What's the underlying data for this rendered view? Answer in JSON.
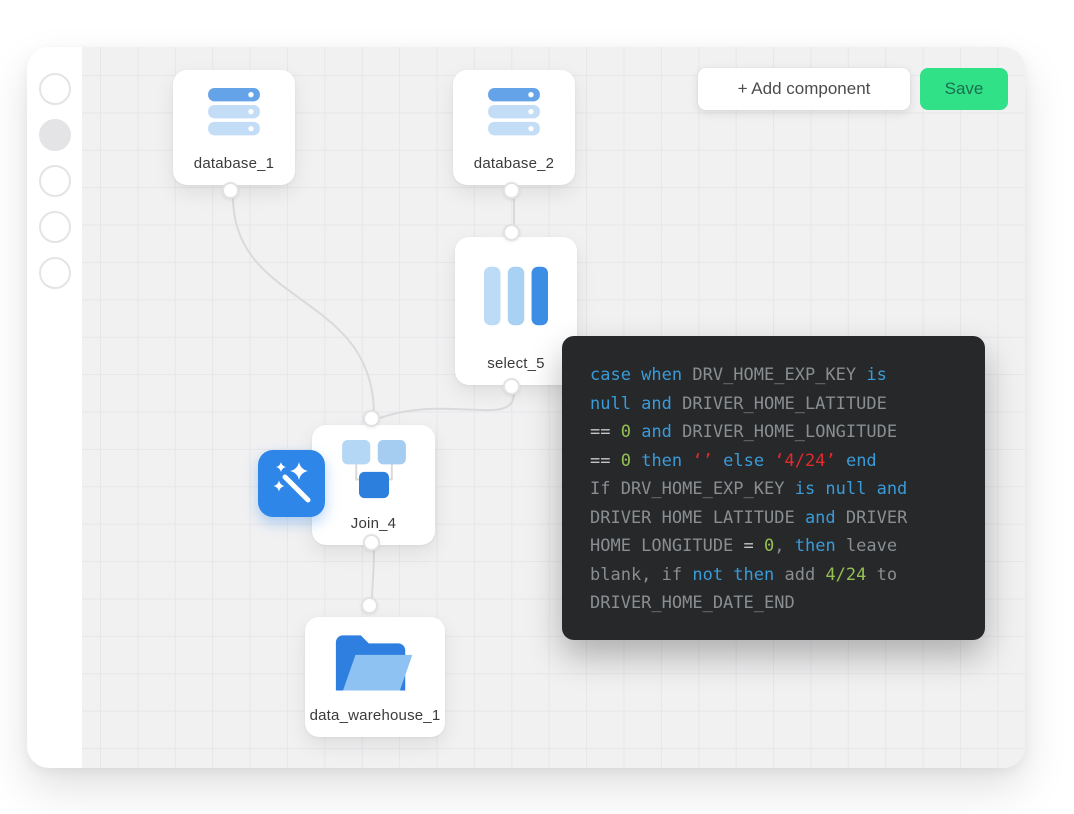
{
  "stepper": {
    "dots": [
      {
        "filled": false
      },
      {
        "filled": true
      },
      {
        "filled": false
      },
      {
        "filled": false
      },
      {
        "filled": false
      }
    ]
  },
  "toolbar": {
    "add_component_label": "+ Add component",
    "save_label": "Save"
  },
  "nodes": {
    "database_1": {
      "label": "database_1",
      "icon": "database-icon"
    },
    "database_2": {
      "label": "database_2",
      "icon": "database-icon"
    },
    "select_5": {
      "label": "select_5",
      "icon": "select-columns-icon"
    },
    "join_4": {
      "label": "Join_4",
      "icon": "join-icon"
    },
    "data_warehouse_1": {
      "label": "data_warehouse_1",
      "icon": "folder-icon"
    }
  },
  "wand_button": {
    "icon": "magic-wand-icon"
  },
  "code_panel": {
    "lines": [
      [
        {
          "t": "case when ",
          "c": "blue"
        },
        {
          "t": "DRV_HOME_EXP_KEY ",
          "c": "gray"
        },
        {
          "t": "is",
          "c": "blue"
        }
      ],
      [
        {
          "t": "null and ",
          "c": "blue"
        },
        {
          "t": "DRIVER_HOME_LATITUDE",
          "c": "gray"
        }
      ],
      [
        {
          "t": "== ",
          "c": "light"
        },
        {
          "t": "0 ",
          "c": "green"
        },
        {
          "t": "and ",
          "c": "blue"
        },
        {
          "t": "DRIVER_HOME_LONGITUDE",
          "c": "gray"
        }
      ],
      [
        {
          "t": "== ",
          "c": "light"
        },
        {
          "t": "0 ",
          "c": "green"
        },
        {
          "t": "then ",
          "c": "blue"
        },
        {
          "t": "‘’ ",
          "c": "red"
        },
        {
          "t": "else ",
          "c": "blue"
        },
        {
          "t": "‘4/24’ ",
          "c": "red"
        },
        {
          "t": "end",
          "c": "blue"
        }
      ],
      [
        {
          "t": "If DRV_HOME_EXP_KEY ",
          "c": "gray"
        },
        {
          "t": "is null and",
          "c": "blue"
        }
      ],
      [
        {
          "t": "DRIVER HOME LATITUDE ",
          "c": "gray"
        },
        {
          "t": "and ",
          "c": "blue"
        },
        {
          "t": "DRIVER",
          "c": "gray"
        }
      ],
      [
        {
          "t": "HOME LONGITUDE ",
          "c": "gray"
        },
        {
          "t": "= ",
          "c": "light"
        },
        {
          "t": "0",
          "c": "green"
        },
        {
          "t": ", ",
          "c": "gray"
        },
        {
          "t": "then ",
          "c": "blue"
        },
        {
          "t": "leave",
          "c": "gray"
        }
      ],
      [
        {
          "t": "blank, if ",
          "c": "gray"
        },
        {
          "t": "not then ",
          "c": "blue"
        },
        {
          "t": "add ",
          "c": "gray"
        },
        {
          "t": "4/24 ",
          "c": "green"
        },
        {
          "t": "to",
          "c": "gray"
        }
      ],
      [
        {
          "t": "DRIVER_HOME_DATE_END",
          "c": "gray"
        }
      ]
    ]
  },
  "colors": {
    "accent-blue": "#2e86e9",
    "save-green": "#30e188",
    "save-text": "#1b6e4e",
    "wire-gray": "#d9dadc",
    "grid-line": "#e7e7e9",
    "canvas-bg": "#f1f1f2",
    "panel-bg": "#26282a",
    "node-label": "#3b3b3b",
    "code-blue": "#3a9bd9",
    "code-gray": "#8b8e90",
    "code-light": "#c4c6c8",
    "code-green": "#95c153",
    "code-red": "#e12b2b",
    "icon-blue-dark": "#2e7fdc",
    "icon-blue-mid": "#64a3e8",
    "icon-blue-light": "#c4ddf6"
  }
}
